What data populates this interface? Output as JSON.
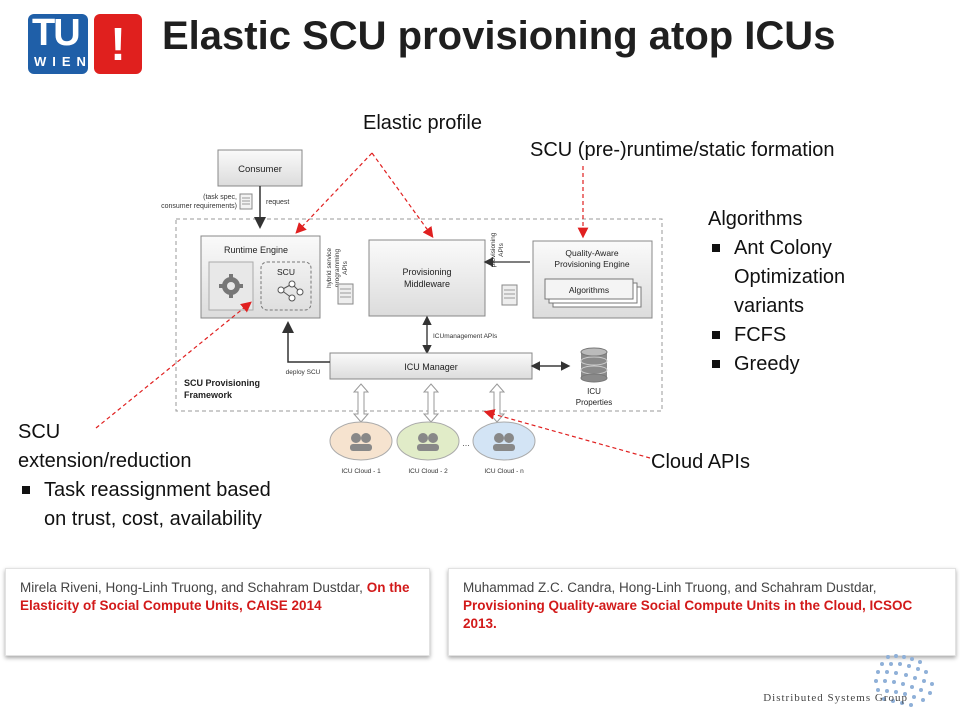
{
  "logo": {
    "text_top": "TU",
    "text_bottom": "WIEN",
    "mark": "!"
  },
  "title": "Elastic SCU provisioning atop ICUs",
  "labels": {
    "elastic_profile": "Elastic profile",
    "scu_formation": "SCU (pre-)runtime/static formation",
    "algorithms_heading": "Algorithms",
    "algorithms_items": [
      "Ant Colony Optimization variants",
      "FCFS",
      "Greedy"
    ],
    "cloud_apis": "Cloud APIs",
    "scu_ext_heading_1": "SCU",
    "scu_ext_heading_2": "extension/reduction",
    "scu_ext_items": [
      "Task reassignment based on trust, cost, availability"
    ]
  },
  "diagram": {
    "consumer": "Consumer",
    "task_spec_1": "(task spec,",
    "task_spec_2": "consumer requirements)",
    "request": "request",
    "runtime_engine": "Runtime Engine",
    "scu": "SCU",
    "hybrid_1": "hybrid service",
    "hybrid_2": "programming",
    "hybrid_3": "APIs",
    "provisioning_1": "Provisioning",
    "provisioning_2": "Middleware",
    "prov_apis_1": "provisioning",
    "prov_apis_2": "APIs",
    "qa_1": "Quality-Aware",
    "qa_2": "Provisioning Engine",
    "algorithms": "Algorithms",
    "icu_mgmt_apis": "ICUmanagement APIs",
    "icu_manager": "ICU Manager",
    "deploy_scu": "deploy SCU",
    "framework_1": "SCU Provisioning",
    "framework_2": "Framework",
    "icu_1": "ICU",
    "icu_2": "Properties",
    "clouds": [
      "ICU Cloud - 1",
      "ICU Cloud - 2",
      "ICU Cloud - n"
    ],
    "ellipsis": "..."
  },
  "references": [
    {
      "authors": "Mirela Riveni, Hong-Linh Truong, and Schahram Dustdar,",
      "title": "On the Elasticity of Social Compute Units, CAISE 2014"
    },
    {
      "authors": "Muhammad Z.C. Candra, Hong-Linh Truong, and Schahram Dustdar,",
      "title": "Provisioning Quality-aware Social Compute Units in the Cloud, ICSOC 2013."
    }
  ],
  "footer": {
    "group": "Distributed Systems Group"
  },
  "colors": {
    "tu_blue": "#1f5fa8",
    "tu_red": "#e0201e",
    "annotation_red": "#e02020",
    "cloud1": "#f6e3cf",
    "cloud2": "#e1ecc8",
    "cloud3": "#d3e4f5"
  }
}
